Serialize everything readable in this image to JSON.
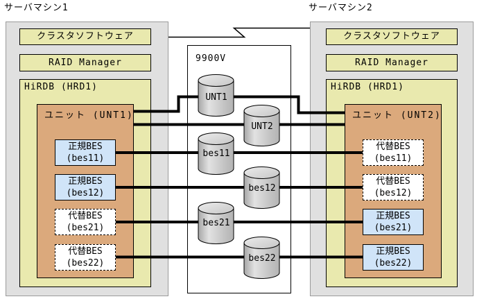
{
  "servers": [
    {
      "title": "サーバマシン1",
      "cluster_software": "クラスタソフトウェア",
      "raid_manager": "RAID Manager",
      "hirdb_label": "HiRDB (HRD1)",
      "unit_label": "ユニット (UNT1)",
      "bes_list": [
        {
          "role": "正規BES",
          "name": "(bes11)",
          "style": "primary"
        },
        {
          "role": "正規BES",
          "name": "(bes12)",
          "style": "primary"
        },
        {
          "role": "代替BES",
          "name": "(bes21)",
          "style": "alternate"
        },
        {
          "role": "代替BES",
          "name": "(bes22)",
          "style": "alternate"
        }
      ]
    },
    {
      "title": "サーバマシン2",
      "cluster_software": "クラスタソフトウェア",
      "raid_manager": "RAID Manager",
      "hirdb_label": "HiRDB (HRD1)",
      "unit_label": "ユニット (UNT2)",
      "bes_list": [
        {
          "role": "代替BES",
          "name": "(bes11)",
          "style": "alternate"
        },
        {
          "role": "代替BES",
          "name": "(bes12)",
          "style": "alternate"
        },
        {
          "role": "正規BES",
          "name": "(bes21)",
          "style": "primary"
        },
        {
          "role": "正規BES",
          "name": "(bes22)",
          "style": "primary"
        }
      ]
    }
  ],
  "storage": {
    "label": "9900V",
    "volumes": [
      {
        "label": "UNT1"
      },
      {
        "label": "UNT2"
      },
      {
        "label": "bes11"
      },
      {
        "label": "bes12"
      },
      {
        "label": "bes21"
      },
      {
        "label": "bes22"
      }
    ]
  },
  "colors": {
    "software_box": "#e9e9ae",
    "unit_box": "#dba97c",
    "primary_bes_box": "#d0e4f8",
    "alternate_bes_box": "#ffffff",
    "server_box": "#e0e0e0",
    "cylinder_body": "#c6c6c6",
    "connection_line": "#000000"
  }
}
